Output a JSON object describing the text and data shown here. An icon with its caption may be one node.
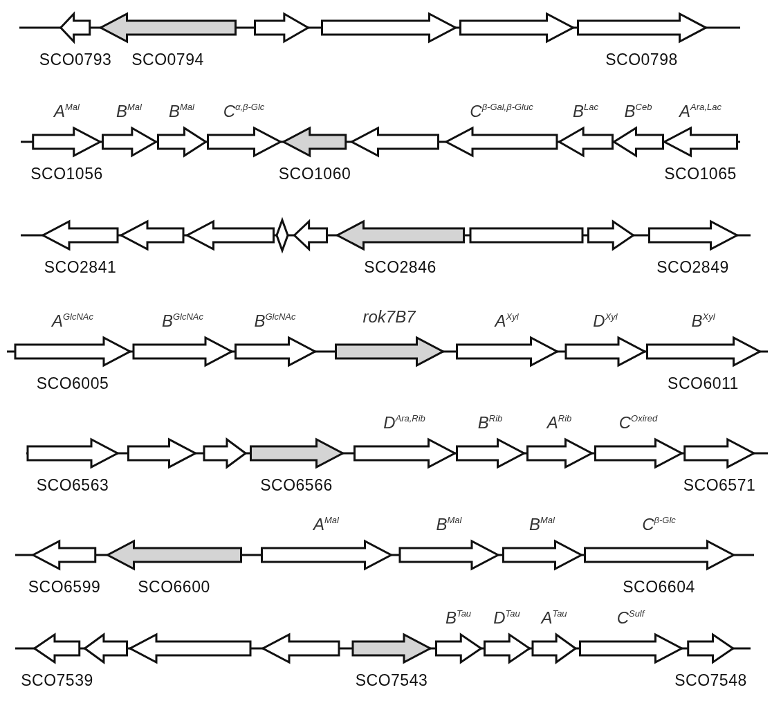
{
  "diagram": {
    "nodes": [
      {
        "text": [],
        "shape": "arrow",
        "beside": [
          "SCO0793"
        ]
      },
      {
        "text": [],
        "shape": "arrow",
        "beside": [
          "SCO0794"
        ]
      },
      {
        "text": [],
        "shape": "arrow"
      },
      {
        "text": [],
        "shape": "arrow"
      },
      {
        "text": [],
        "shape": "arrow"
      },
      {
        "text": [],
        "shape": "arrow",
        "beside": [
          "SCO0798"
        ]
      },
      {
        "text": [
          "A$^{Mal}$"
        ],
        "beside": [
          "SCO1056"
        ]
      },
      {
        "text": [
          "B$^{Mal}$"
        ]
      },
      {
        "text": [
          "B$^{Mal}$"
        ]
      },
      {
        "text": [
          "C$^{α,β-Glc}$"
        ]
      },
      {
        "text": [],
        "shape": "arrow",
        "beside": [
          "SCO1060"
        ]
      },
      {
        "text": [],
        "shape": "arrow"
      },
      {
        "text": [
          "C$^{β-Gal,β-Gluc}$"
        ]
      },
      {
        "text": [
          "B$^{Lac}$"
        ]
      },
      {
        "text": [
          "B$^{Ceb}$"
        ]
      },
      {
        "text": [
          "A$^{Ara,Lac}$"
        ],
        "beside": [
          "SCO1065"
        ]
      },
      {
        "text": [],
        "shape": "arrow",
        "beside": [
          "SCO2841"
        ]
      },
      {
        "text": [],
        "shape": "arrow"
      },
      {
        "text": [],
        "shape": "arrow"
      },
      {
        "text": [],
        "shape": "arrow"
      },
      {
        "text": [],
        "shape": "arrow"
      },
      {
        "text": [],
        "shape": "arrow",
        "beside": [
          "SCO2846"
        ]
      },
      {
        "text": [],
        "shape": "box"
      },
      {
        "text": [],
        "shape": "arrow"
      },
      {
        "text": [],
        "shape": "arrow",
        "beside": [
          "SCO2849"
        ]
      },
      {
        "text": [
          "A$^{GlcNAc}$"
        ],
        "beside": [
          "SCO6005"
        ]
      },
      {
        "text": [
          "B$^{GlcNAc}$"
        ]
      },
      {
        "text": [
          "B$^{GlcNAc}$"
        ]
      },
      {
        "text": [
          "rok7B7"
        ]
      },
      {
        "text": [
          "A$^{Xyl}$"
        ]
      },
      {
        "text": [
          "D$^{Xyl}$"
        ]
      },
      {
        "text": [
          "B$^{Xyl}$"
        ],
        "beside": [
          "SCO6011"
        ]
      },
      {
        "text": [],
        "shape": "arrow",
        "beside": [
          "SCO6563"
        ]
      },
      {
        "text": [],
        "shape": "arrow"
      },
      {
        "text": [],
        "shape": "arrow"
      },
      {
        "text": [],
        "shape": "arrow",
        "beside": [
          "SCO6566"
        ]
      },
      {
        "text": [
          "D$^{Ara,Rib}$"
        ]
      },
      {
        "text": [
          "B$^{Rib}$"
        ]
      },
      {
        "text": [
          "A$^{Rib}$"
        ]
      },
      {
        "text": [
          "C$^{Oxired}$"
        ]
      },
      {
        "text": [],
        "shape": "arrow",
        "beside": [
          "SCO6571"
        ]
      },
      {
        "text": [],
        "shape": "arrow",
        "beside": [
          "SCO6599"
        ]
      },
      {
        "text": [],
        "shape": "arrow",
        "beside": [
          "SCO6600"
        ]
      },
      {
        "text": [
          "A$^{Mal}$"
        ]
      },
      {
        "text": [
          "B$^{Mal}$"
        ]
      },
      {
        "text": [
          "B$^{Mal}$"
        ]
      },
      {
        "text": [
          "C$^{β-Glc}$"
        ],
        "beside": [
          "SCO6604"
        ]
      },
      {
        "text": [],
        "shape": "arrow",
        "beside": [
          "SCO7539"
        ]
      },
      {
        "text": [],
        "shape": "arrow"
      },
      {
        "text": [],
        "shape": "arrow"
      },
      {
        "text": [],
        "shape": "arrow"
      },
      {
        "text": [],
        "shape": "arrow",
        "beside": [
          "SCO7543"
        ]
      },
      {
        "text": [
          "B$^{Tau}$"
        ]
      },
      {
        "text": [
          "D$^{Tau}$"
        ]
      },
      {
        "text": [
          "A$^{Tau}$"
        ]
      },
      {
        "text": [
          "C$^{Sulf}$"
        ]
      },
      {
        "text": [],
        "shape": "arrow",
        "beside": [
          "SCO7548"
        ]
      }
    ]
  }
}
